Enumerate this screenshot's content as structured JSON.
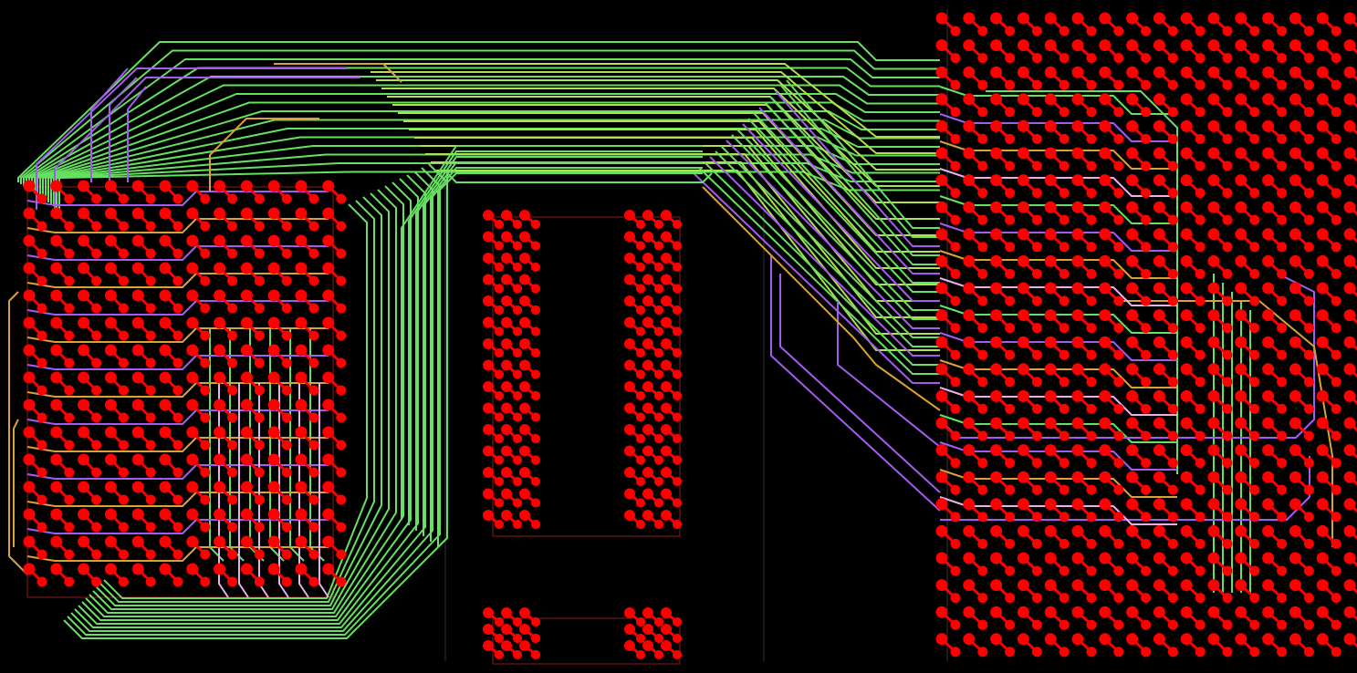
{
  "view": {
    "background": "#000000"
  },
  "colors": {
    "pad": "#ff0000",
    "pad_dark": "#cc0000",
    "outline": "#8a1a1a",
    "boundary": "#333333",
    "trace_green": "#66e060",
    "trace_purple": "#a45cf0",
    "trace_orange": "#d9a13a",
    "trace_pink": "#e8b0e8",
    "trace_lime": "#b0e050"
  },
  "components": [
    {
      "name": "left-bga",
      "kind": "bga"
    },
    {
      "name": "center-connector-upper",
      "kind": "connector"
    },
    {
      "name": "center-connector-lower",
      "kind": "connector"
    },
    {
      "name": "right-bga",
      "kind": "bga"
    }
  ],
  "trace_layers": [
    "green",
    "purple",
    "orange",
    "pink",
    "lime"
  ]
}
